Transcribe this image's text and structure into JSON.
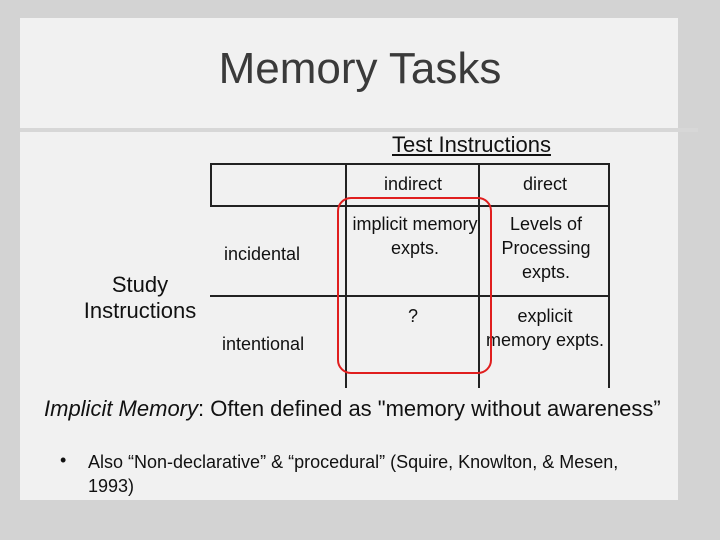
{
  "slide": {
    "title": "Memory Tasks",
    "table": {
      "column_group_label": "Test Instructions",
      "row_group_label": "Study Instructions",
      "columns": [
        "indirect",
        "direct"
      ],
      "rows": [
        {
          "label": "incidental",
          "cells": [
            "implicit memory expts.",
            "Levels of Processing expts."
          ]
        },
        {
          "label": "intentional",
          "cells": [
            "?",
            "explicit memory expts."
          ]
        }
      ]
    },
    "definition": {
      "term": "Implicit Memory",
      "text": ": Often defined as \"memory without awareness”"
    },
    "bullet": {
      "marker": "•",
      "text": "Also “Non-declarative” & “procedural” (Squire, Knowlton, & Mesen, 1993)"
    }
  }
}
